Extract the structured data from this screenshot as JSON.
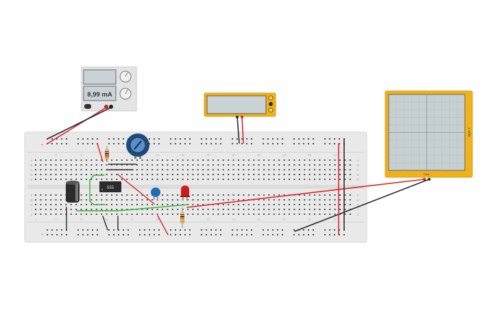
{
  "power_supply": {
    "current_reading": "8,99 mA",
    "voltage_reading": ""
  },
  "multimeter": {
    "display": ""
  },
  "chip": {
    "label": "555"
  },
  "breadboard": {
    "row_letters_top": [
      "A",
      "B",
      "C",
      "D",
      "E"
    ],
    "row_letters_bottom": [
      "F",
      "G",
      "H",
      "I",
      "J"
    ],
    "column_numbers": [
      "1",
      "5",
      "10",
      "15",
      "20",
      "25",
      "30",
      "35",
      "40",
      "45",
      "50",
      "55",
      "60"
    ]
  },
  "oscilloscope": {
    "side_label": "1 V/div",
    "bottom_label": "Time"
  },
  "colors": {
    "wire_red": "#e02020",
    "wire_black": "#2a2a2a",
    "wire_green": "#2db32d",
    "instrument_yellow": "#f0b21b",
    "board": "#e9e9e9",
    "led_red": "#c81e1e",
    "capacitor_blue": "#1e6bb8"
  }
}
